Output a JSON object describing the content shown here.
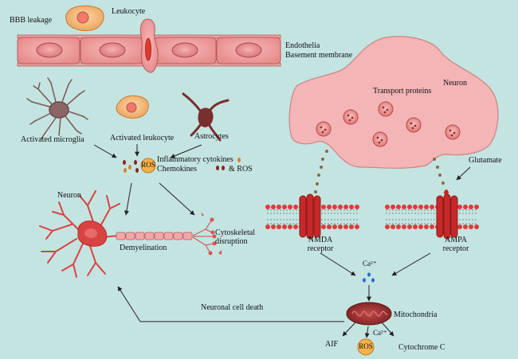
{
  "labels": {
    "bbb_leakage": "BBB leakage",
    "leukocyte": "Leukocyte",
    "endothelia": "Endothelia",
    "basement_membrane": "Basement membrane",
    "neuron_top": "Neuron",
    "transport_proteins": "Transport proteins",
    "activated_microglia": "Activated microglia",
    "activated_leukocyte": "Activated leukocyte",
    "astrocytes": "Astrocytes",
    "inflammatory_cytokines": "Inflammatory cytokines",
    "chemokines": "Chemokines",
    "and_ros": "& ROS",
    "ros_badge": "ROS",
    "glutamate": "Glutamate",
    "neuron_left": "Neuron",
    "demyelination": "Demyelination",
    "cytoskeletal_1": "Cytoskeletal",
    "cytoskeletal_2": "disruption",
    "nmda_1": "NMDA",
    "nmda_2": "receptor",
    "ampa_1": "AMPA",
    "ampa_2": "receptor",
    "calcium_top": "Ca²⁺",
    "neuronal_cell_death": "Neuronal cell death",
    "mitochondria": "Mitochondria",
    "calcium_bottom": "Ca²⁺",
    "aif": "AIF",
    "ros_bottom": "ROS",
    "cytochrome_c": "Cytochrome C"
  },
  "colors": {
    "background": "#c4e4e1",
    "cell_fill": "#f2a3a3",
    "cell_stroke": "#b85a5a",
    "synapse_fill": "#f4b5b7",
    "receptor": "#c62828",
    "microglia": "#8a6666",
    "astrocyte": "#7a2e2e",
    "neuron_body": "#d94343",
    "leukocyte_fill": "#f6c089",
    "calcium_dot": "#1e6fc9",
    "arrow": "#222222"
  }
}
